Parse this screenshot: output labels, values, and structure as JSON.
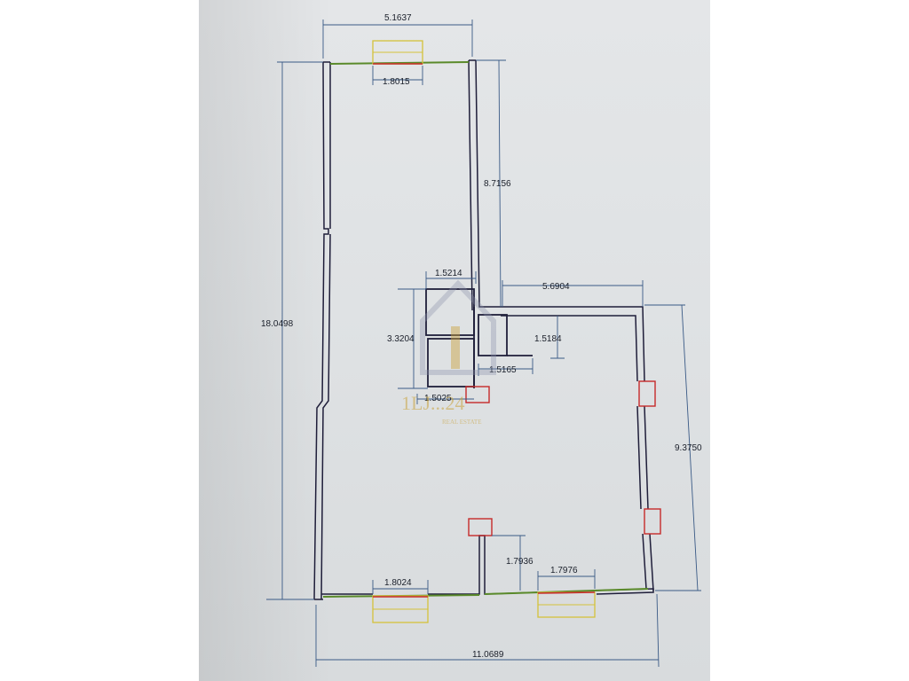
{
  "plan": {
    "dimensions": {
      "top_width": "5.1637",
      "top_window": "1.8015",
      "right_upper": "8.7156",
      "left_height": "18.0498",
      "small_room_width": "1.5214",
      "right_section_width": "5.6904",
      "small_room_height": "3.3204",
      "box_height": "1.5184",
      "box_width": "1.5165",
      "bottom_small_width": "1.5025",
      "right_height": "9.3750",
      "column_offset": "1.7936",
      "bottom_window_left": "1.8024",
      "bottom_window_right": "1.7976",
      "bottom_width": "11.0689"
    },
    "colors": {
      "wall": "#1f1e3a",
      "dimension_line": "#3a5a86",
      "window_frame": "#d4c23a",
      "window_red": "#c62a2a",
      "glass": "#5a8a2a"
    }
  },
  "watermark": {
    "brand": "1LJ...24",
    "tagline": "REAL ESTATE"
  }
}
